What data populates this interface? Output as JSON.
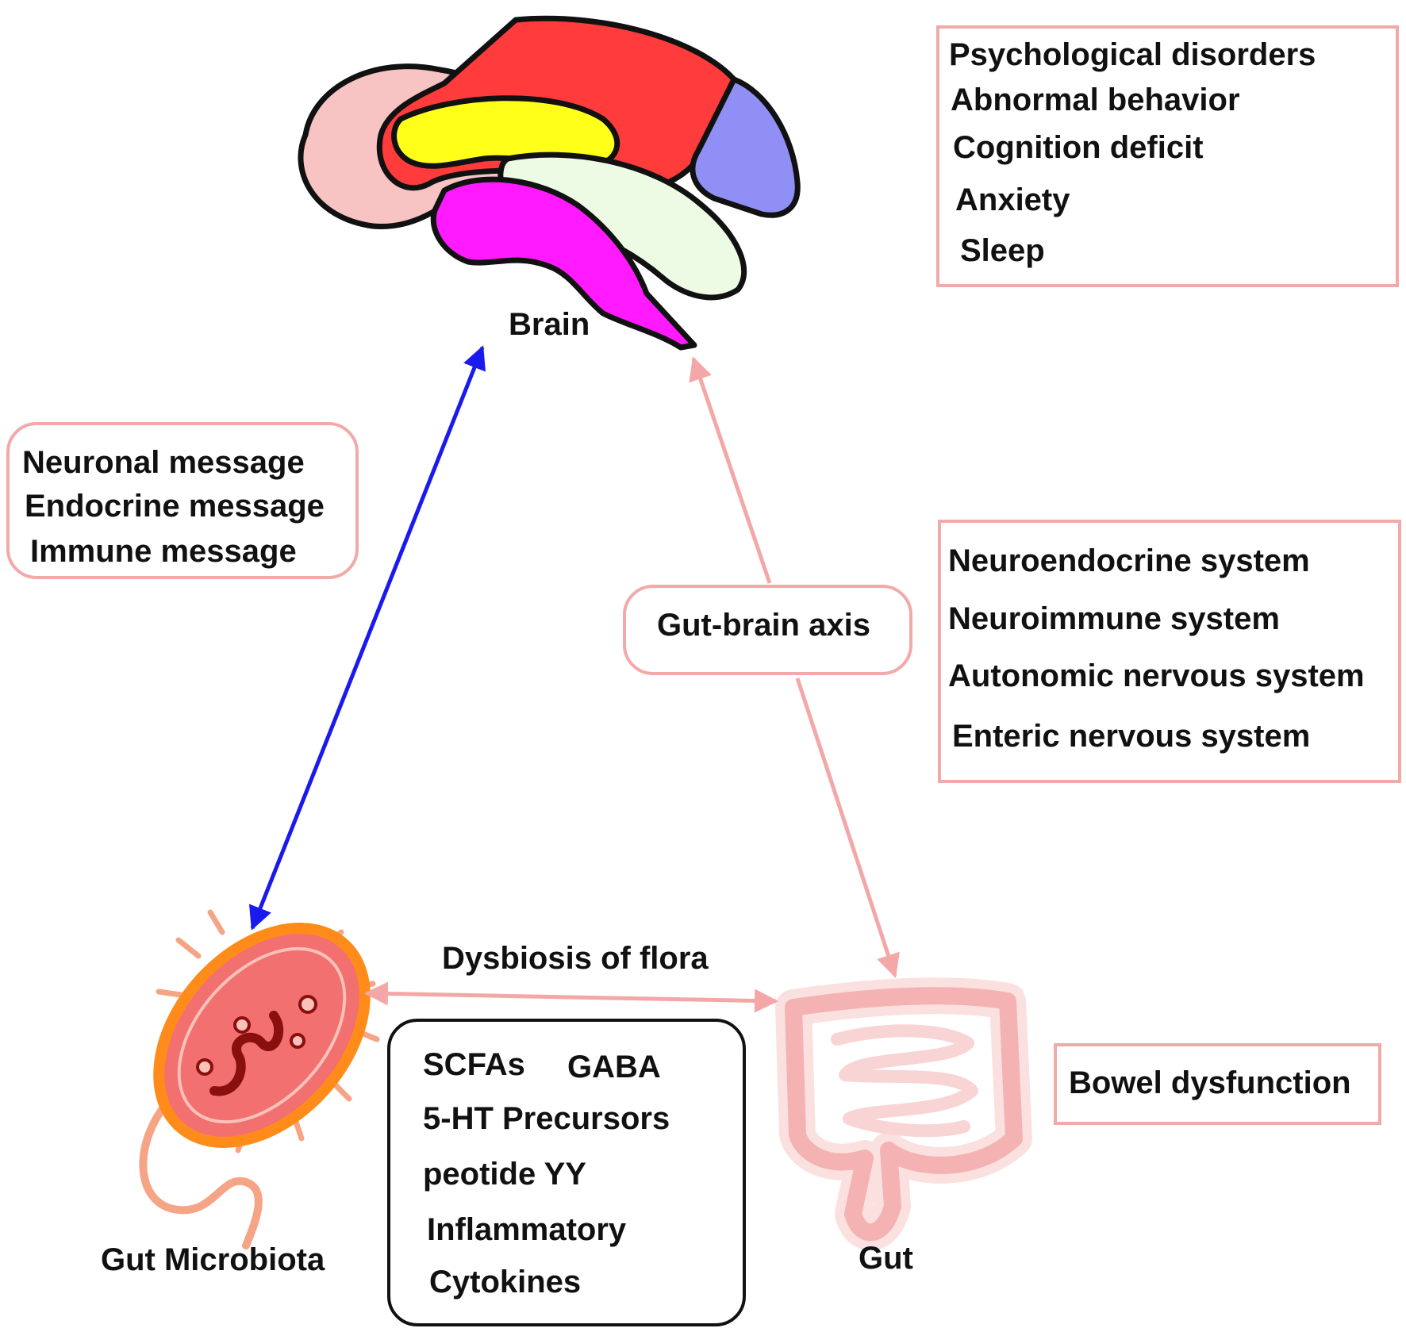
{
  "colors": {
    "pink_arrow": "#f4a7a7",
    "blue_arrow": "#1a1aee",
    "box_border_pink": "#f2a9a9",
    "box_border_black": "#111111",
    "brain_frontal": "#f7c3c3",
    "brain_parietal": "#ff3b3b",
    "brain_corpus_callosum": "#ffff1a",
    "brain_occipital": "#8f8ff5",
    "brain_cerebellum": "#eefbe4",
    "brain_stem": "#ff1aff",
    "bacterium_body": "#f27070",
    "bacterium_outline": "#ff8c1a",
    "gut": "#f5b2b2"
  },
  "icons": {
    "brain": "brain-icon",
    "microbe": "bacterium-icon",
    "gut": "intestine-icon"
  },
  "nodes": {
    "brain": "Brain",
    "microbiota": "Gut Microbiota",
    "gut": "Gut"
  },
  "brain_effects": [
    "Psychological disorders",
    "Abnormal behavior",
    "Cognition deficit",
    "Anxiety",
    "Sleep"
  ],
  "messages": [
    "Neuronal message",
    "Endocrine message",
    "Immune message"
  ],
  "axis": {
    "label": "Gut-brain axis",
    "systems": [
      "Neuroendocrine system",
      "Neuroimmune system",
      "Autonomic nervous system",
      "Enteric nervous system"
    ]
  },
  "dysbiosis": "Dysbiosis of flora",
  "metabolites": {
    "scfas": "SCFAs",
    "gaba": "GABA",
    "line2": "5-HT Precursors",
    "line3": "peotide YY",
    "line4": "Inflammatory",
    "line5": "Cytokines"
  },
  "gut_effect": "Bowel dysfunction"
}
